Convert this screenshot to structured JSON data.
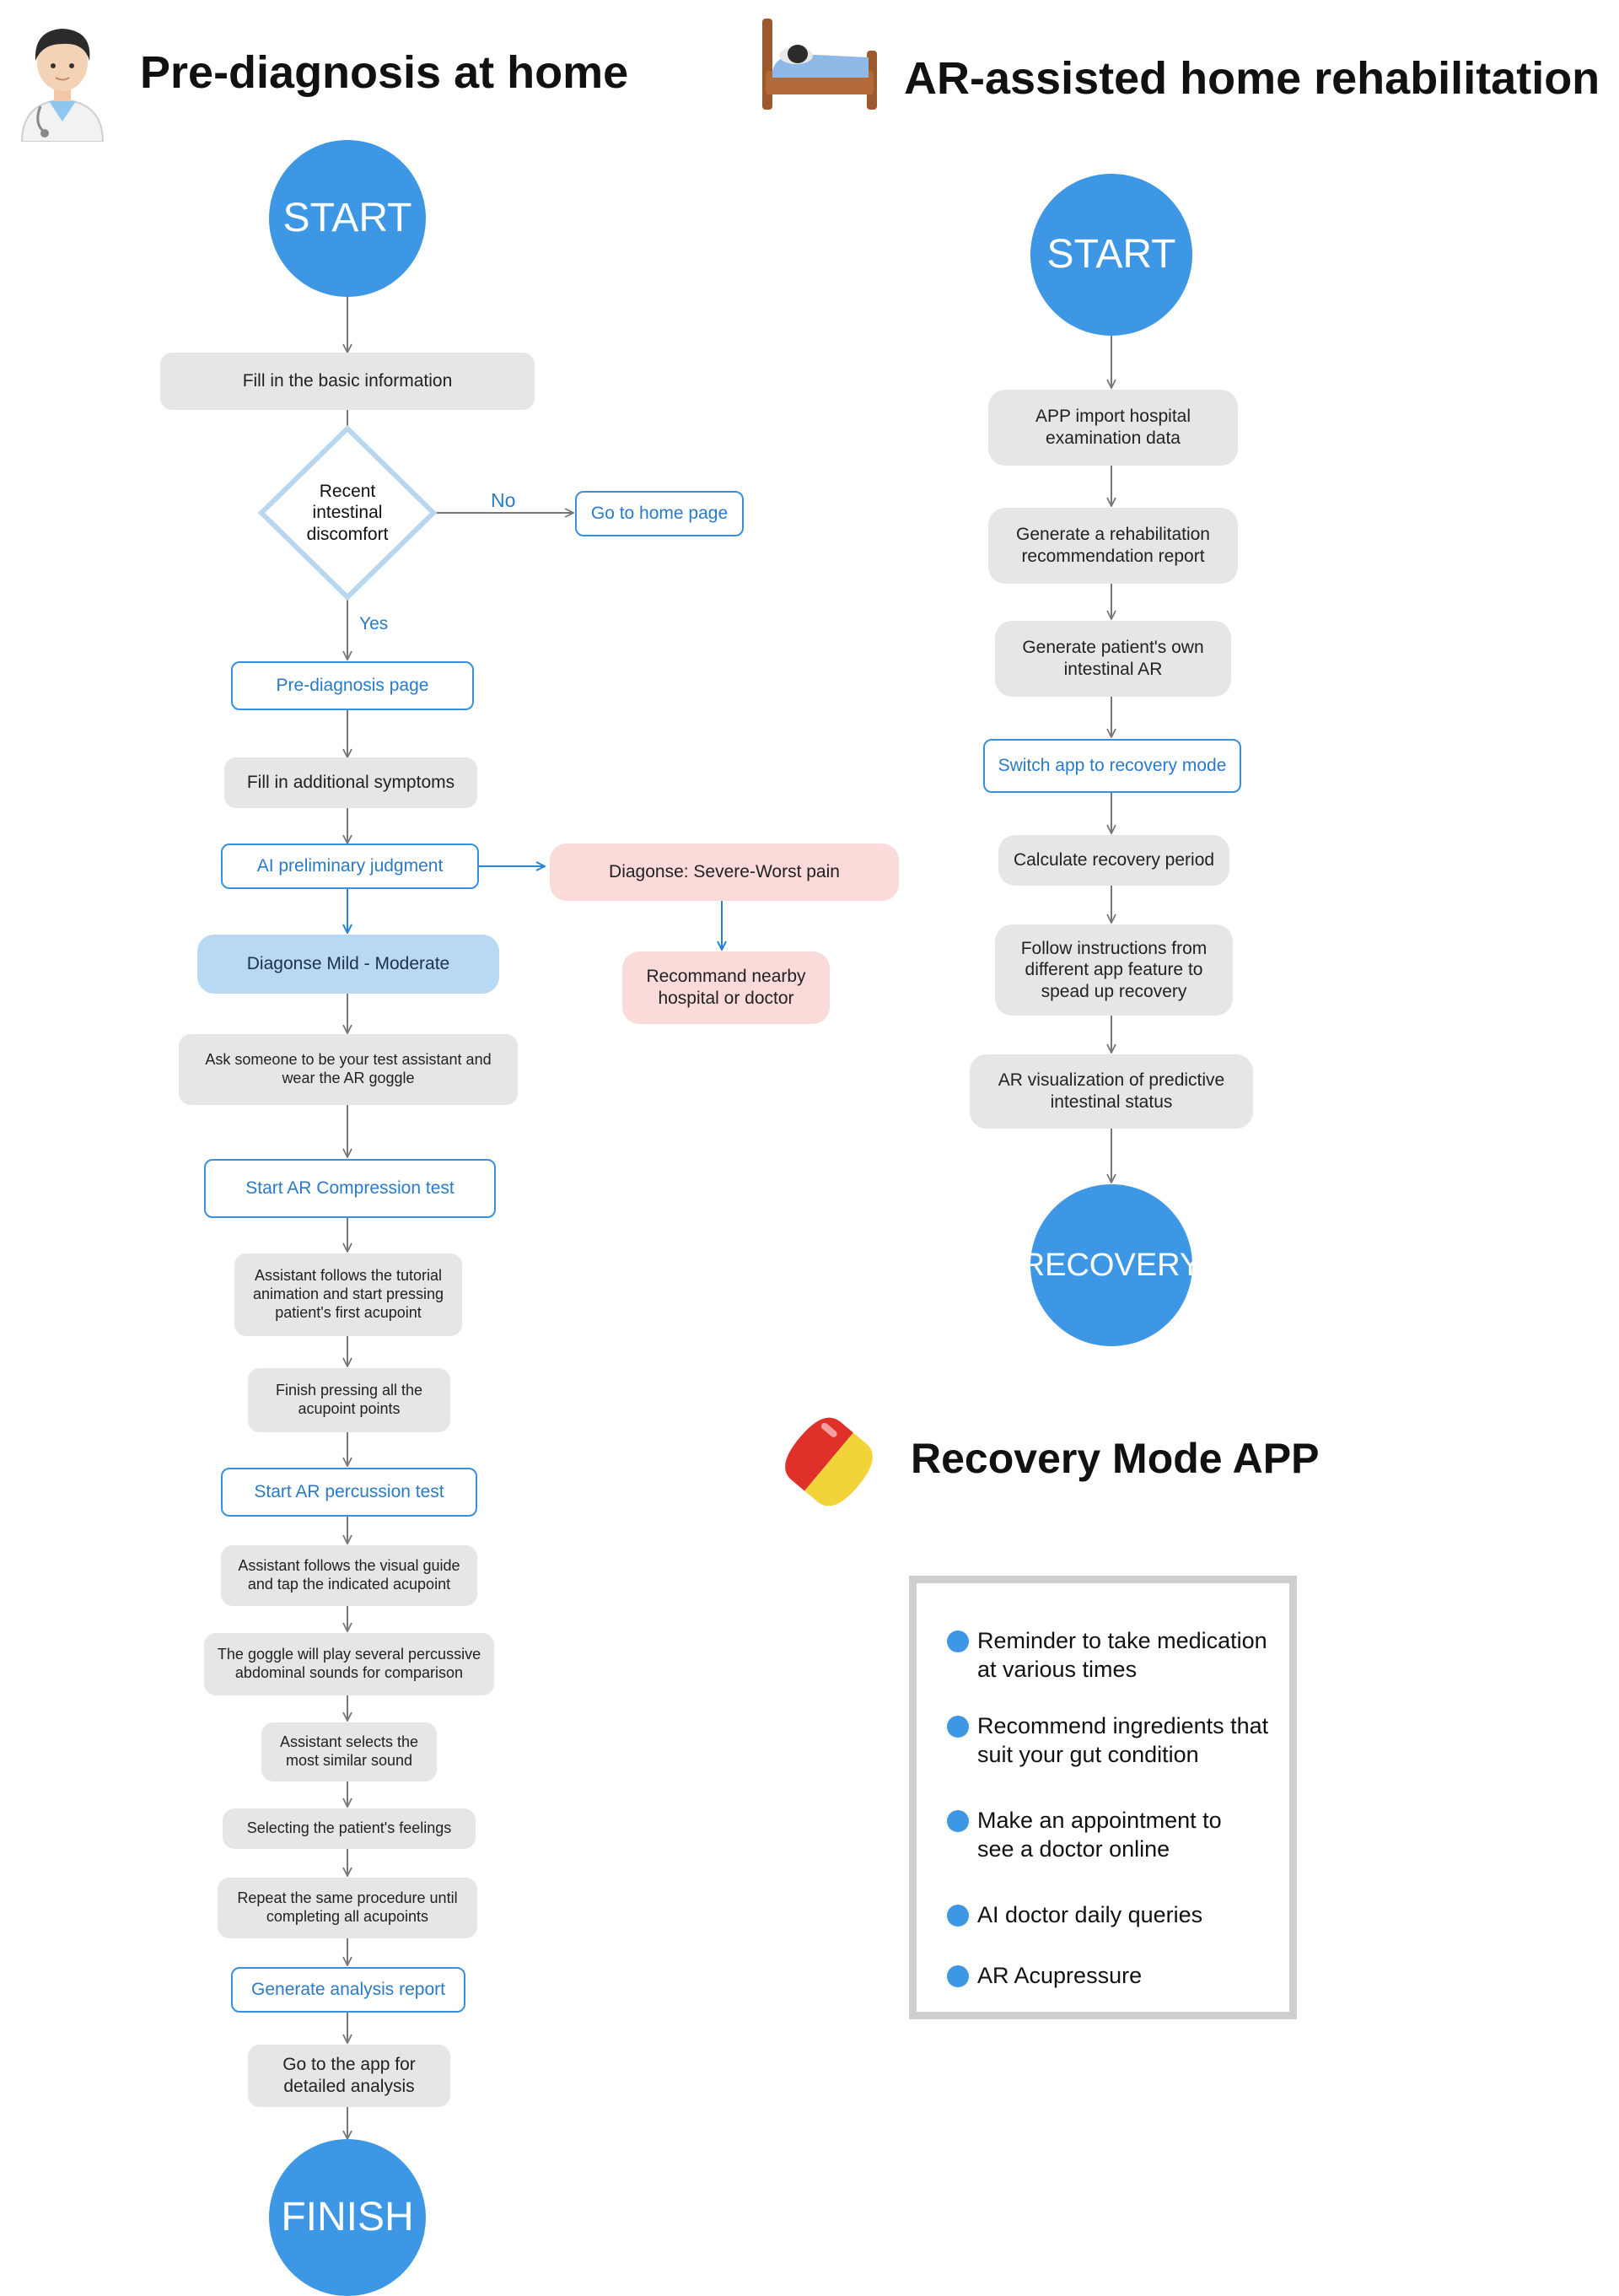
{
  "left_section": {
    "title": "Pre-diagnosis at home",
    "icon": "doctor-icon",
    "nodes": {
      "start": "START",
      "fill_basic": "Fill in the basic information",
      "decision": "Recent\nintestinal\ndiscomfort",
      "label_no": "No",
      "home_page": "Go to home page",
      "label_yes": "Yes",
      "prediagnosis_page": "Pre-diagnosis page",
      "fill_additional": "Fill in additional symptoms",
      "ai_judgment": "AI preliminary judgment",
      "severe": "Diagonse: Severe-Worst pain",
      "recommend_hospital": "Recommand nearby\nhospital or doctor",
      "mild": "Diagonse Mild - Moderate",
      "ask_assistant": "Ask someone to be your test assistant and\nwear the AR goggle",
      "start_compression": "Start AR Compression test",
      "assistant_tutorial": "Assistant follows the tutorial\nanimation and start pressing\npatient's first acupoint",
      "finish_pressing": "Finish pressing all the\nacupoint points",
      "start_percussion": "Start AR percussion test",
      "assistant_visual": "Assistant follows the visual guide\nand tap the indicated acupoint",
      "goggle_sounds": "The goggle will play several percussive\nabdominal sounds for comparison",
      "select_sound": "Assistant selects the\nmost similar sound",
      "select_feelings": "Selecting the patient's feelings",
      "repeat": "Repeat the same procedure until\ncompleting all  acupoints",
      "generate_report": "Generate analysis report",
      "go_app": "Go to the app for\ndetailed analysis",
      "finish": "FINISH"
    }
  },
  "right_section": {
    "title": "AR-assisted home rehabilitation",
    "icon": "bed-icon",
    "nodes": {
      "start": "START",
      "import_data": "APP import hospital\nexamination data",
      "generate_rehab": "Generate a rehabilitation\nrecommendation report",
      "generate_ar": "Generate patient's own\nintestinal AR",
      "switch_mode": "Switch app to recovery mode",
      "calc_period": "Calculate recovery period",
      "follow_instructions": "Follow instructions from\ndifferent app feature to\nspead up recovery",
      "ar_visualization": "AR visualization of predictive\nintestinal status",
      "recovery": "RECOVERY"
    }
  },
  "recovery_app": {
    "title": "Recovery Mode APP",
    "icon": "pill-icon",
    "items": [
      "Reminder to take medication\nat various times",
      "Recommend ingredients that\nsuit your gut condition",
      "Make an appointment to\nsee a doctor online",
      "AI doctor daily queries",
      "AR Acupressure"
    ]
  },
  "colors": {
    "primary_blue": "#3e97e4",
    "outline_blue": "#3a90d8",
    "light_blue": "#b8d8f4",
    "gray_box": "#e6e6e6",
    "pink_box": "#fbdada"
  }
}
